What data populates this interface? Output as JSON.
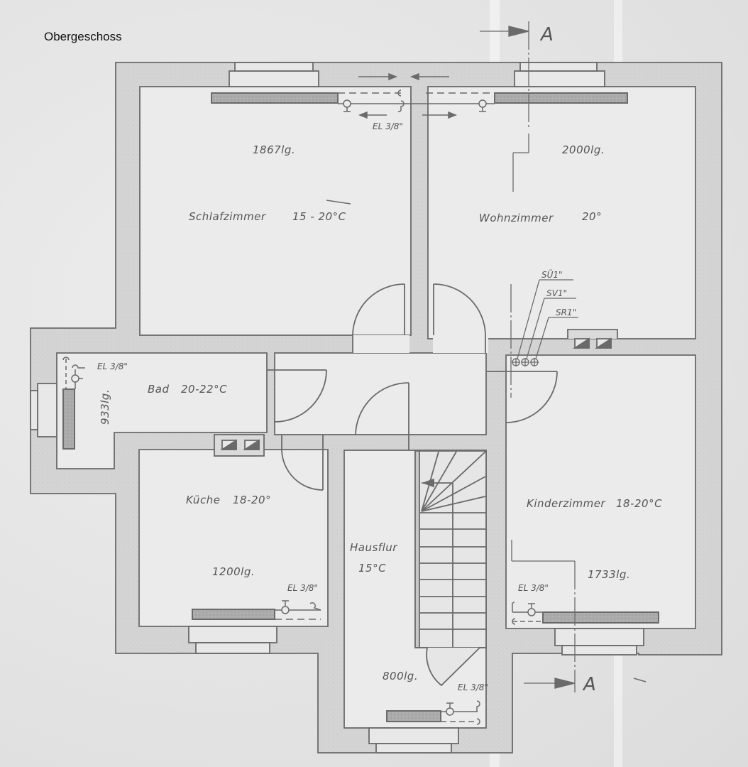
{
  "page": {
    "title": "Obergeschoss"
  },
  "section_markers": {
    "top": "A",
    "bottom": "A"
  },
  "rooms": [
    {
      "id": "schlafzimmer",
      "name": "Schlafzimmer",
      "temperature": "15 - 20°C",
      "load": "1867lg."
    },
    {
      "id": "wohnzimmer",
      "name": "Wohnzimmer",
      "temperature": "20°",
      "load": "2000lg."
    },
    {
      "id": "bad",
      "name": "Bad",
      "temperature": "20-22°C",
      "load": "933lg."
    },
    {
      "id": "kueche",
      "name": "Küche",
      "temperature": "18-20°",
      "load": "1200lg."
    },
    {
      "id": "hausflur",
      "name": "Hausflur",
      "temperature": "15°C",
      "load": "800lg."
    },
    {
      "id": "kinderzimmer",
      "name": "Kinderzimmer",
      "temperature": "18-20°C",
      "load": "1733lg."
    }
  ],
  "pipe_labels": {
    "el": "EL 3/8\"",
    "el_fraction": "3/8\"",
    "el_prefix": "EL",
    "su": "SÜ1\"",
    "sv": "SV1\"",
    "sr": "SR1\""
  },
  "colors": {
    "line": "#6a6a6a",
    "wall_fill": "#d6d6d6",
    "radiator_fill": "#a8a8a8",
    "text": "#555555"
  }
}
